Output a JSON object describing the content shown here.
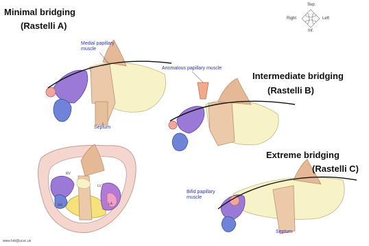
{
  "panels": {
    "minimal": {
      "title": "Minimal bridging",
      "subtitle": "(Rastelli A)",
      "label_papillary": "Medial papillary\nmuscle",
      "label_septum": "Septum"
    },
    "intermediate": {
      "title": "Intermediate bridging",
      "subtitle": "(Rastelli B)",
      "label_papillary": "Anomalous papillary muscle"
    },
    "extreme": {
      "title": "Extreme bridging",
      "subtitle": "(Rastelli C)",
      "label_papillary": "Bifid papillary\nmuscle",
      "label_septum": "Septum"
    }
  },
  "orientation": {
    "sup": "Sup.",
    "right": "Right",
    "left": "Left",
    "inf": "Inf."
  },
  "ring": {
    "labels": [
      "RV",
      "LV",
      "LA",
      "RA"
    ]
  },
  "footer": "www.hrb@ucsc.uk"
}
